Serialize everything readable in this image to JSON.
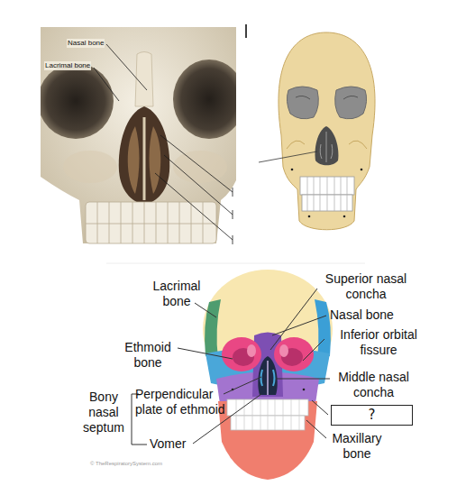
{
  "diagram": {
    "nodes": [
      {
        "text": [
          "?"
        ]
      }
    ],
    "labels": [
      "Nasal bone",
      "Lacrimal bone",
      "Lacrimal bone",
      "Superior nasal concha",
      "Nasal bone",
      "Inferior orbital fissure",
      "Ethmoid bone",
      "Middle nasal concha",
      "Bony nasal septum",
      "Perpendicular plate of ethmoid",
      "Vomer",
      "Maxillary bone",
      "© TheRespiratorySystem.com"
    ]
  }
}
